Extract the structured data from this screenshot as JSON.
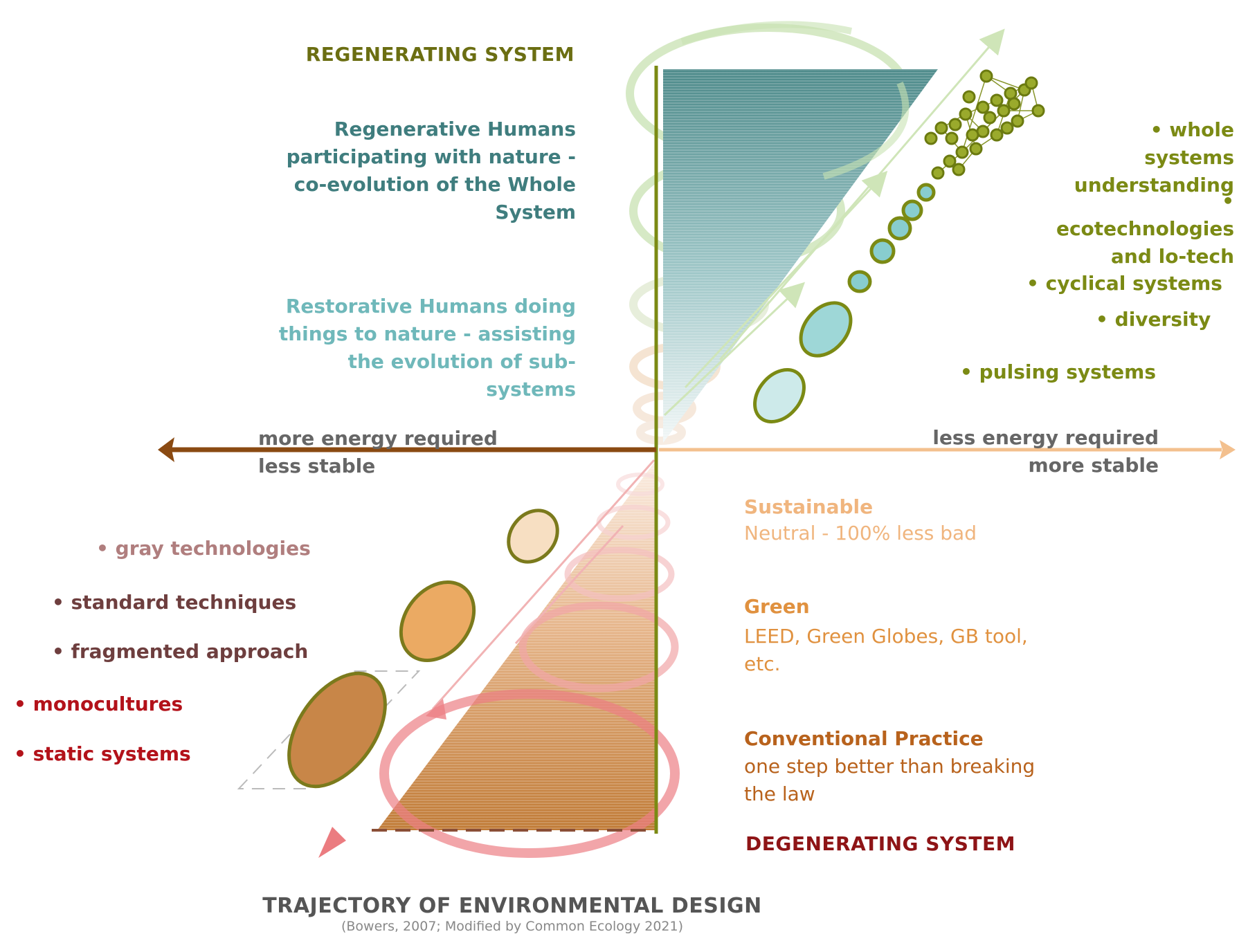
{
  "diagram": {
    "top_title": "REGENERATING SYSTEM",
    "bottom_title": "DEGENERATING SYSTEM",
    "regenerative_text": "Regenerative Humans participating with nature - co-evolution of the Whole System",
    "restorative_text": "Restorative Humans doing things to nature - assisting the evolution of sub-systems",
    "axis": {
      "left_line1": "more energy required",
      "left_line2": "less stable",
      "right_line1": "less energy required",
      "right_line2": "more stable"
    },
    "right_bullets": [
      "• whole systems understanding",
      "• ecotechnologies and lo-tech",
      "• cyclical systems",
      "• diversity",
      "• pulsing systems"
    ],
    "left_bullets": [
      "• gray technologies",
      "• standard techniques",
      "• fragmented approach",
      "• monocultures",
      "• static systems"
    ],
    "levels": [
      {
        "heading": "Sustainable",
        "body": "Neutral - 100% less bad"
      },
      {
        "heading": "Green",
        "body": "LEED, Green Globes, GB tool, etc."
      },
      {
        "heading": "Conventional Practice",
        "body": "one step better than breaking the law"
      }
    ],
    "footer_title": "TRAJECTORY OF ENVIRONMENTAL DESIGN",
    "footer_credit": "(Bowers, 2007; Modified by Common Ecology  2021)"
  },
  "colors": {
    "olive": "#7b8a14",
    "teal": "#3f7d7e",
    "light_teal": "#6fb8ba",
    "orange": "#e0913f",
    "peach": "#f0b57e",
    "dark_orange": "#b8621c",
    "crimson": "#b3121a",
    "brown_arrow": "#8a4a12",
    "soft_green": "#b9d99a",
    "soft_red": "#e8656a"
  }
}
